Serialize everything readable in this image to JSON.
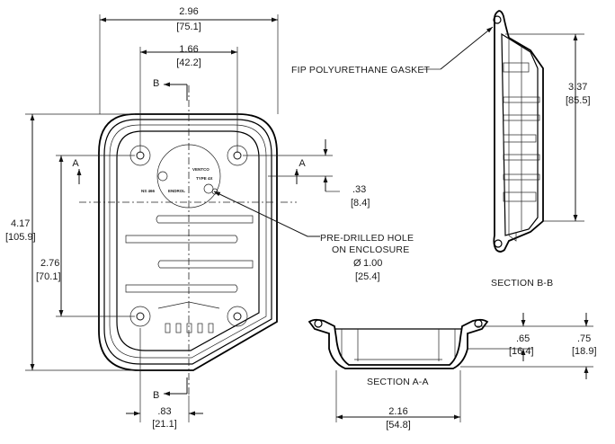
{
  "front_view": {
    "width_overall": {
      "in": "2.96",
      "mm": "[75.1]"
    },
    "width_holes": {
      "in": "1.66",
      "mm": "[42.2]"
    },
    "height_overall": {
      "in": "4.17",
      "mm": "[105.9]"
    },
    "height_holes": {
      "in": "2.76",
      "mm": "[70.1]"
    },
    "hole_offset_v": {
      "in": ".33",
      "mm": "[8.4]"
    },
    "hole_offset_h": {
      "in": ".83",
      "mm": "[21.1]"
    },
    "section_a_marker": "A",
    "section_b_marker": "B"
  },
  "callouts": {
    "gasket": "FIP POLYURETHANE GASKET",
    "hole_line1": "PRE-DRILLED HOLE",
    "hole_line2": "ON ENCLOSURE",
    "hole_dia_symbol": "Ø",
    "hole_dia_in": "1.00",
    "hole_dia_mm": "[25.4]"
  },
  "section_bb": {
    "title": "SECTION B-B",
    "depth": {
      "in": "3.37",
      "mm": "[85.5]"
    }
  },
  "section_aa": {
    "title": "SECTION A-A",
    "width": {
      "in": "2.16",
      "mm": "[54.8]"
    },
    "depth_inner": {
      "in": ".65",
      "mm": "[16.4]"
    },
    "depth_outer": {
      "in": ".75",
      "mm": "[18.9]"
    }
  },
  "molded_text": {
    "brand": "VENTCO",
    "type": "TYPE 4X",
    "mark_left": "NS 466",
    "mark_right": "ENDROL"
  }
}
